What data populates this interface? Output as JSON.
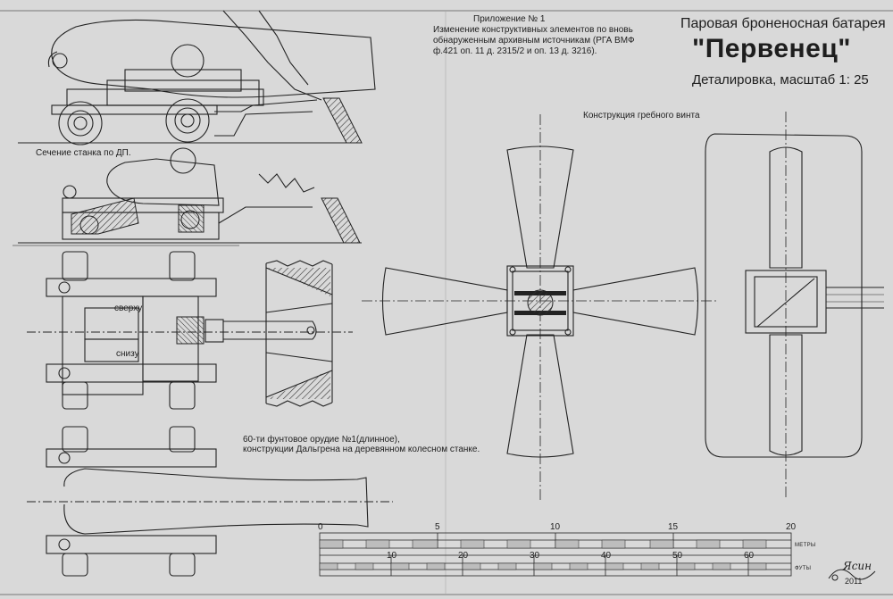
{
  "appendix": {
    "number": "Приложение № 1",
    "note_line1": "Изменение конструктивных элементов по вновь",
    "note_line2": "обнаруженным архивным источникам (РГА ВМФ",
    "note_line3": "ф.421 оп. 11 д. 2315/2  и оп. 13 д. 3216)."
  },
  "title": {
    "line1": "Паровая броненосная батарея",
    "name": "\"Первенец\"",
    "subtitle": "Деталировка, масштаб 1: 25"
  },
  "labels": {
    "section": "Сечение станка по ДП.",
    "top_view": "сверху",
    "bottom_view": "снизу",
    "propeller": "Конструкция гребного винта",
    "gun_line1": "60-ти фунтовое орудие №1(длинное),",
    "gun_line2": "конструкции Дальгрена на деревянном колесном станке."
  },
  "scale_bar": {
    "meters_ticks": [
      "0",
      "5",
      "10",
      "15",
      "20"
    ],
    "meters_unit": "МЕТРЫ",
    "feet_ticks": [
      "10",
      "20",
      "30",
      "40",
      "50",
      "60"
    ],
    "feet_unit": "ФУТЫ"
  },
  "signature": {
    "name": "Ясин",
    "year": "2011"
  },
  "colors": {
    "paper": "#d9d9d9",
    "ink": "#1e1e1e"
  }
}
